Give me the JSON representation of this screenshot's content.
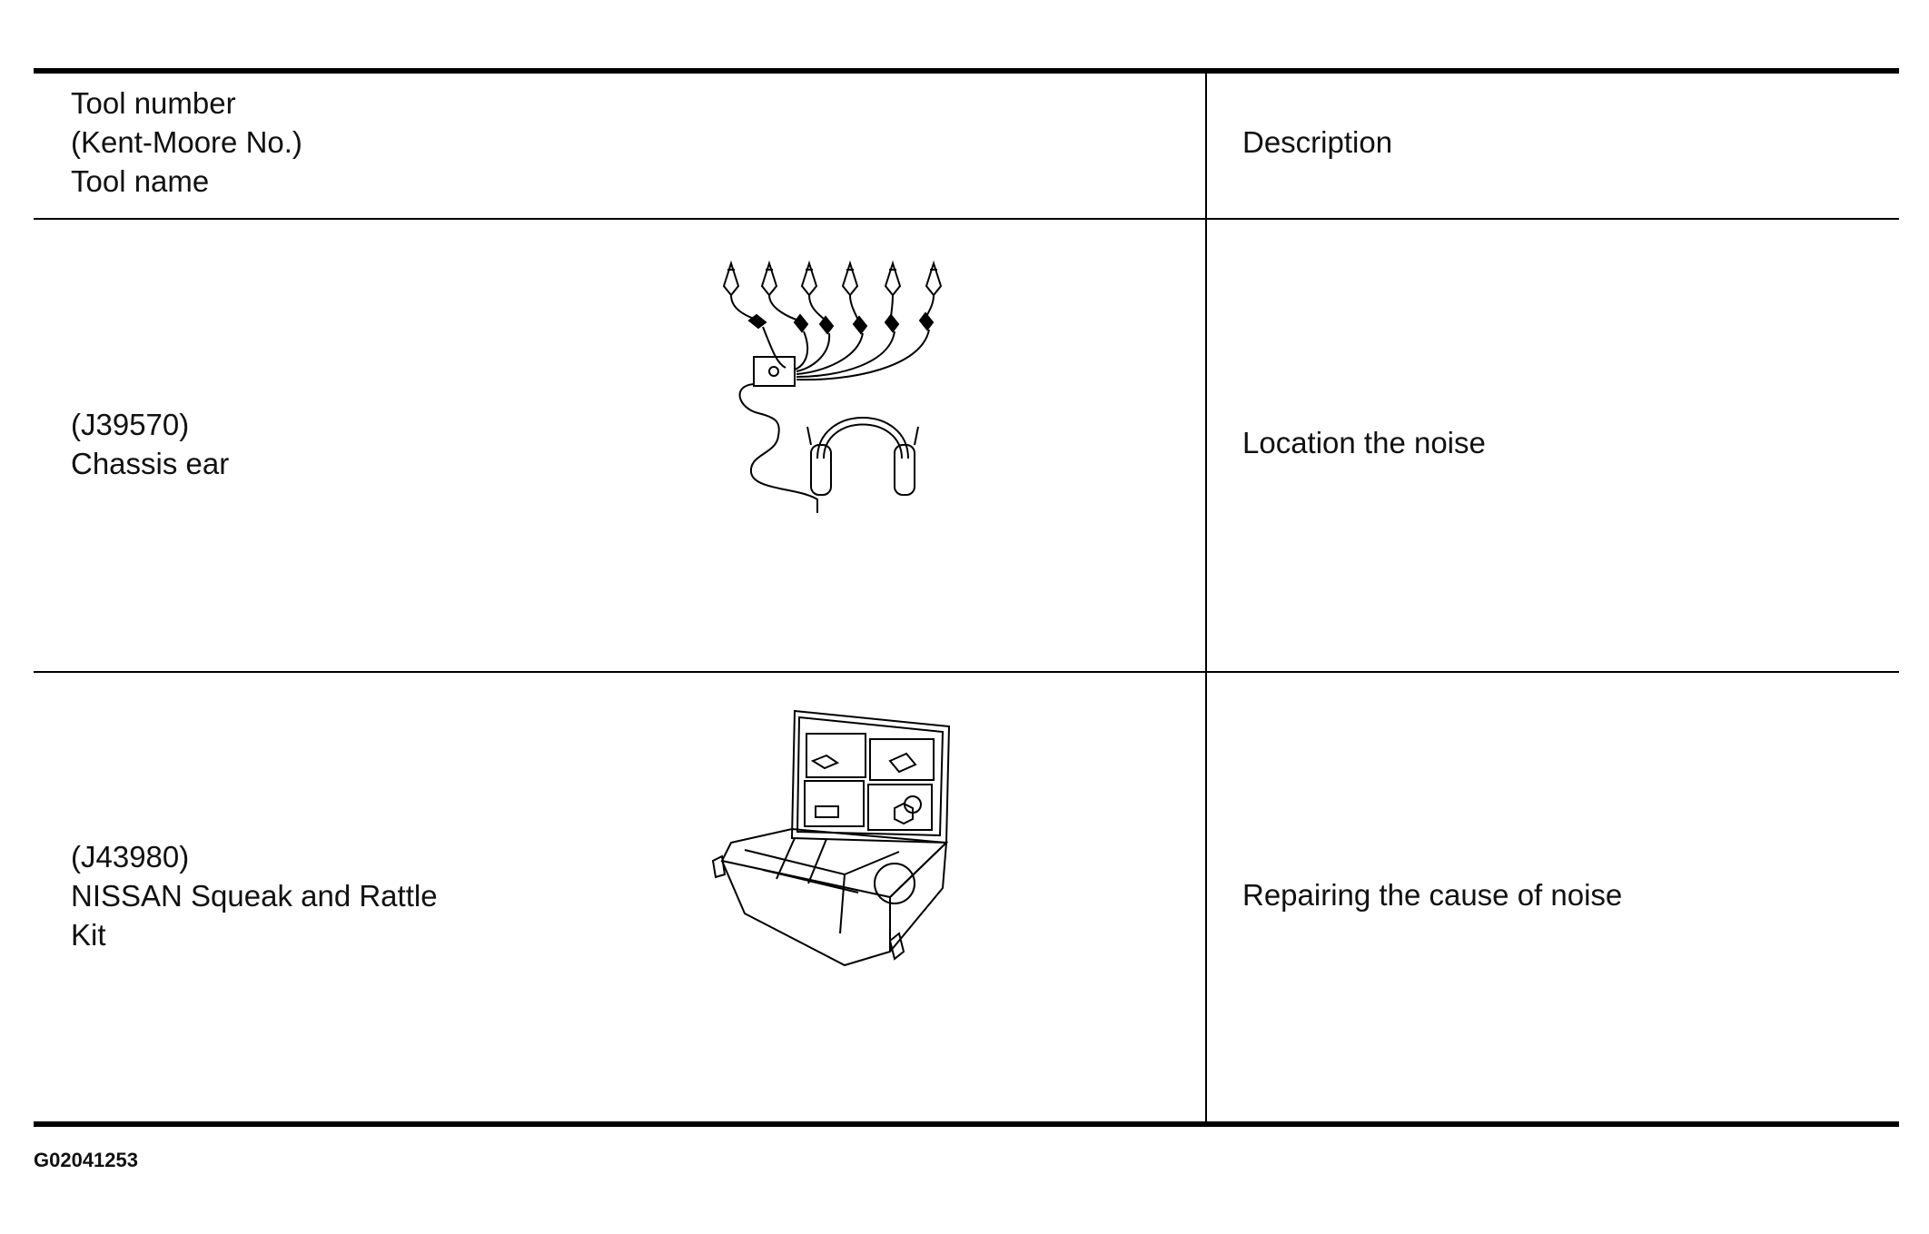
{
  "table": {
    "header": {
      "tool_column": "Tool number\n(Kent-Moore No.)\nTool name",
      "description_column": "Description"
    },
    "rows": [
      {
        "tool": "(J39570)\nChassis ear",
        "illustration": "chassis-ear-illustration",
        "description": "Location the noise"
      },
      {
        "tool": "(J43980)\nNISSAN Squeak and Rattle\nKit",
        "illustration": "squeak-rattle-kit-illustration",
        "description": "Repairing the cause of noise"
      }
    ]
  },
  "figure_code": "G02041253"
}
